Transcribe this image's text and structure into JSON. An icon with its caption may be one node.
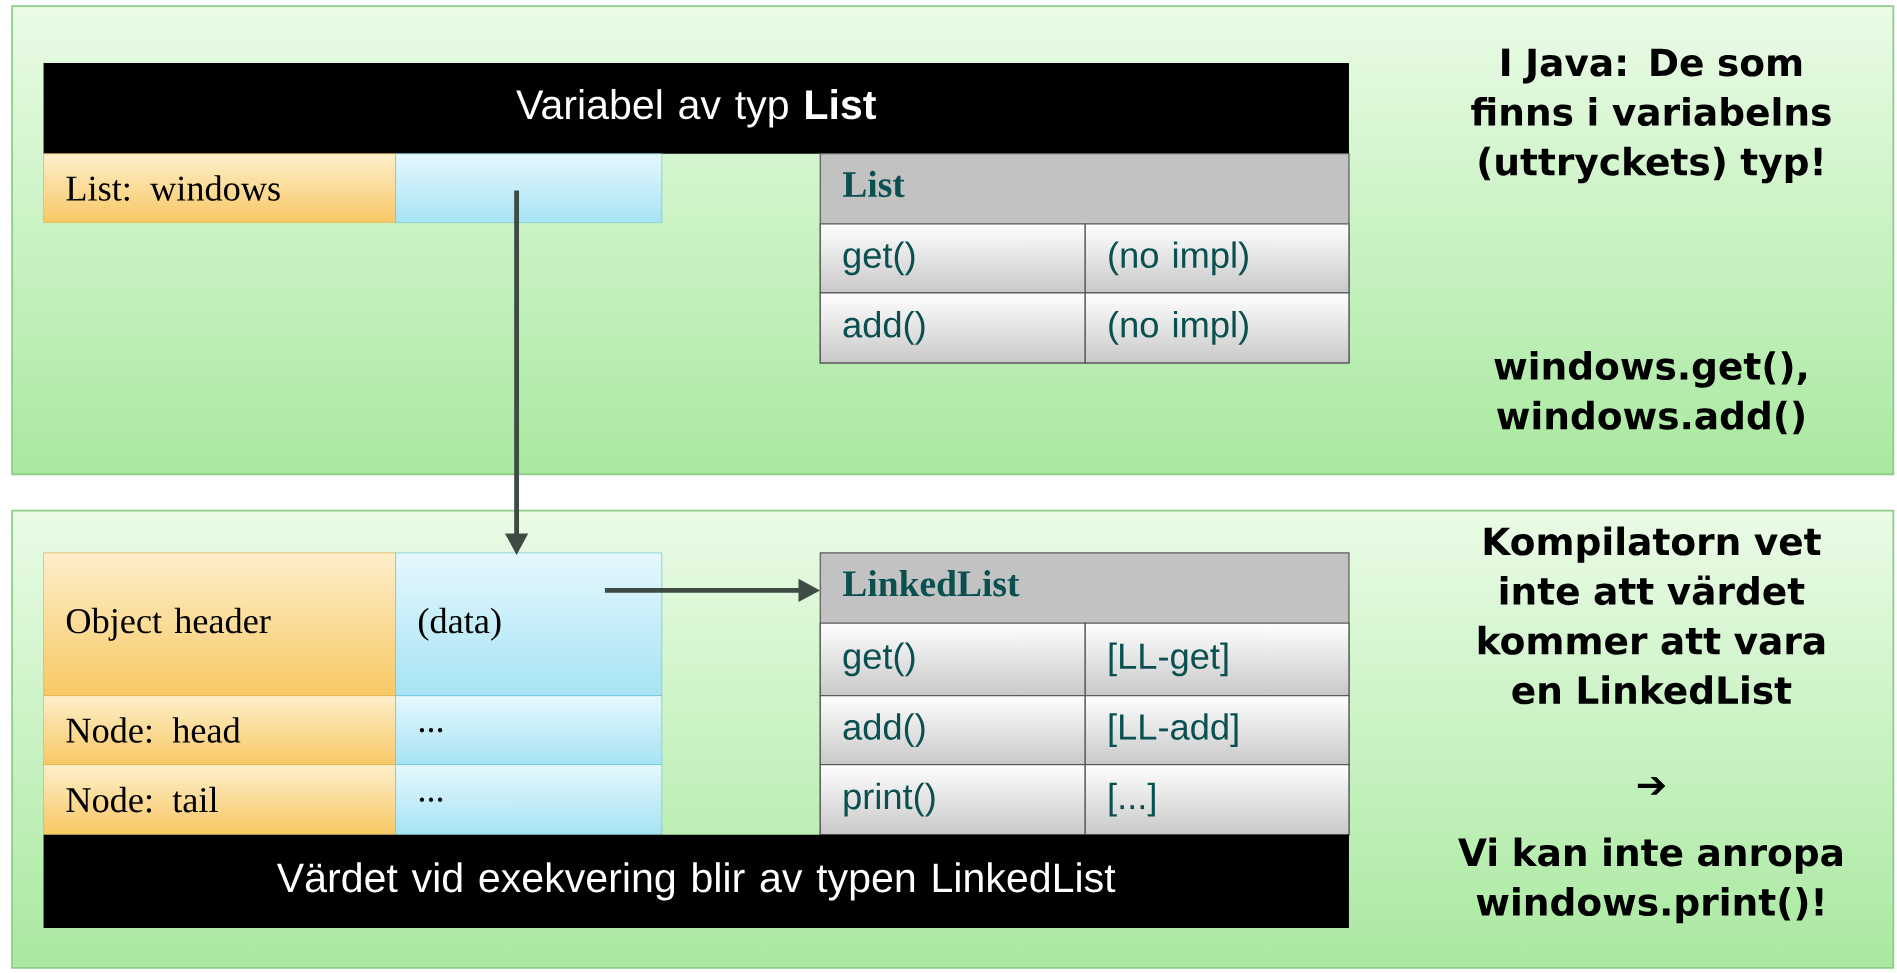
{
  "diagram": {
    "nodes": [
      {
        "text": [
          "I Java: De som finns i variabelns (uttryckets) typ!",
          "windows.get(), windows.add()"
        ]
      },
      {
        "text": [
          "Variabel av typ **List**"
        ],
        "in": 0
      },
      {
        "text": [
          "List: windows"
        ],
        "in": 0
      },
      {
        "text": [],
        "shape": "box",
        "in": 0
      },
      {
        "text": [
          "List"
        ],
        "in": 0
      },
      {
        "text": [
          "get()"
        ],
        "in": 4
      },
      {
        "text": [
          "(no impl)"
        ],
        "in": 4
      },
      {
        "text": [
          "add()"
        ],
        "in": 4
      },
      {
        "text": [
          "(no impl)"
        ],
        "in": 4
      },
      {
        "text": [
          "Kompilatorn vet inte att värdet kommer att vara en LinkedList",
          "➔",
          "Vi kan inte anropa windows.print()!"
        ]
      },
      {
        "text": [
          "Object header"
        ],
        "in": 9
      },
      {
        "text": [
          "(data)"
        ],
        "in": 9
      },
      {
        "text": [
          "Node: head"
        ],
        "in": 9
      },
      {
        "text": [
          "..."
        ],
        "in": 9
      },
      {
        "text": [
          "Node: tail"
        ],
        "in": 9
      },
      {
        "text": [
          "..."
        ],
        "in": 9
      },
      {
        "text": [
          "LinkedList"
        ],
        "in": 9
      },
      {
        "text": [
          "get()"
        ],
        "in": 16
      },
      {
        "text": [
          "[LL-get]"
        ],
        "in": 16
      },
      {
        "text": [
          "add()"
        ],
        "in": 16
      },
      {
        "text": [
          "[LL-add]"
        ],
        "in": 16
      },
      {
        "text": [
          "print()"
        ],
        "in": 16
      },
      {
        "text": [
          "[...]"
        ],
        "in": 16
      },
      {
        "text": [
          "Värdet vid exekvering blir av typen LinkedList"
        ],
        "in": 9
      }
    ],
    "edges": [
      {
        "from": 3,
        "to": 11,
        "arrow": "to"
      },
      {
        "from": 11,
        "to": 16,
        "arrow": "to"
      }
    ]
  }
}
